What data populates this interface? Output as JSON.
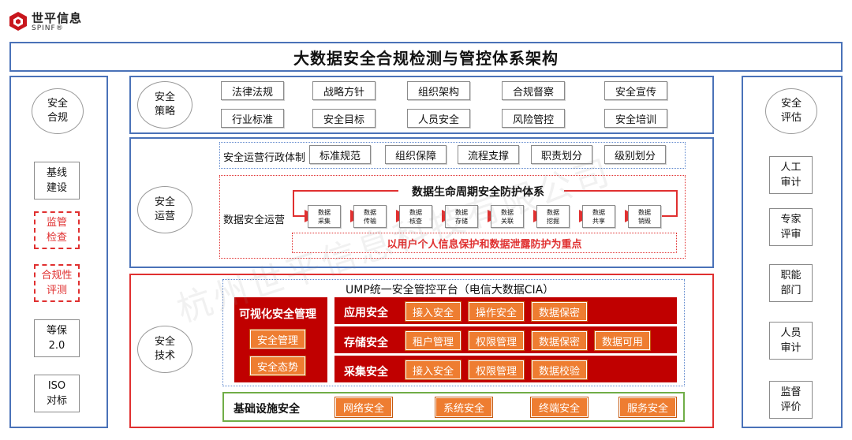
{
  "logo": {
    "name_cn": "世平信息",
    "name_en": "SPINF®"
  },
  "title": "大数据安全合规检测与管控体系架构",
  "left": {
    "oval": [
      "安全",
      "合规"
    ],
    "items": [
      {
        "lines": [
          "基线",
          "建设"
        ],
        "style": "normal"
      },
      {
        "lines": [
          "监管",
          "检查"
        ],
        "style": "red-dashed"
      },
      {
        "lines": [
          "合规性",
          "评测"
        ],
        "style": "red-dashed"
      },
      {
        "lines": [
          "等保",
          "2.0"
        ],
        "style": "normal"
      },
      {
        "lines": [
          "ISO",
          "对标"
        ],
        "style": "normal"
      }
    ]
  },
  "right": {
    "oval": [
      "安全",
      "评估"
    ],
    "items": [
      {
        "lines": [
          "人工",
          "审计"
        ]
      },
      {
        "lines": [
          "专家",
          "评审"
        ]
      },
      {
        "lines": [
          "职能",
          "部门"
        ]
      },
      {
        "lines": [
          "人员",
          "审计"
        ]
      },
      {
        "lines": [
          "监督",
          "评价"
        ]
      }
    ]
  },
  "strategy": {
    "oval": [
      "安全",
      "策略"
    ],
    "row1": [
      "法律法规",
      "战略方针",
      "组织架构",
      "合规督察",
      "安全宣传"
    ],
    "row2": [
      "行业标准",
      "安全目标",
      "人员安全",
      "风险管控",
      "安全培训"
    ]
  },
  "operations": {
    "oval": [
      "安全",
      "运营"
    ],
    "admin_label": "安全运营行政体制",
    "admin_items": [
      "标准规范",
      "组织保障",
      "流程支撑",
      "职责划分",
      "级别划分"
    ],
    "data_label": "数据安全运营",
    "lifecycle_title": "数据生命周期安全防护体系",
    "stages": [
      [
        "数据",
        "采集"
      ],
      [
        "数据",
        "传输"
      ],
      [
        "数据",
        "核查"
      ],
      [
        "数据",
        "存储"
      ],
      [
        "数据",
        "关联"
      ],
      [
        "数据",
        "挖掘"
      ],
      [
        "数据",
        "共享"
      ],
      [
        "数据",
        "销毁"
      ]
    ],
    "note": "以用户个人信息保护和数据泄露防护为重点"
  },
  "technology": {
    "oval": [
      "安全",
      "技术"
    ],
    "platform_title": "UMP统一安全管控平台（电信大数据CIA）",
    "visual_title": "可视化安全管理",
    "visual_items": [
      "安全管理",
      "安全态势"
    ],
    "rows": [
      {
        "label": "应用安全",
        "items": [
          "接入安全",
          "操作安全",
          "数据保密"
        ]
      },
      {
        "label": "存储安全",
        "items": [
          "租户管理",
          "权限管理",
          "数据保密",
          "数据可用"
        ]
      },
      {
        "label": "采集安全",
        "items": [
          "接入安全",
          "权限管理",
          "数据校验"
        ]
      }
    ],
    "infra_label": "基础设施安全",
    "infra_items": [
      "网络安全",
      "系统安全",
      "终端安全",
      "服务安全"
    ]
  },
  "watermark": "杭州世平信息科技有限公司",
  "colors": {
    "blue": "#4a72b8",
    "red": "#e03030",
    "dark_red": "#c00000",
    "orange": "#ee7d31",
    "green": "#70ad47"
  }
}
